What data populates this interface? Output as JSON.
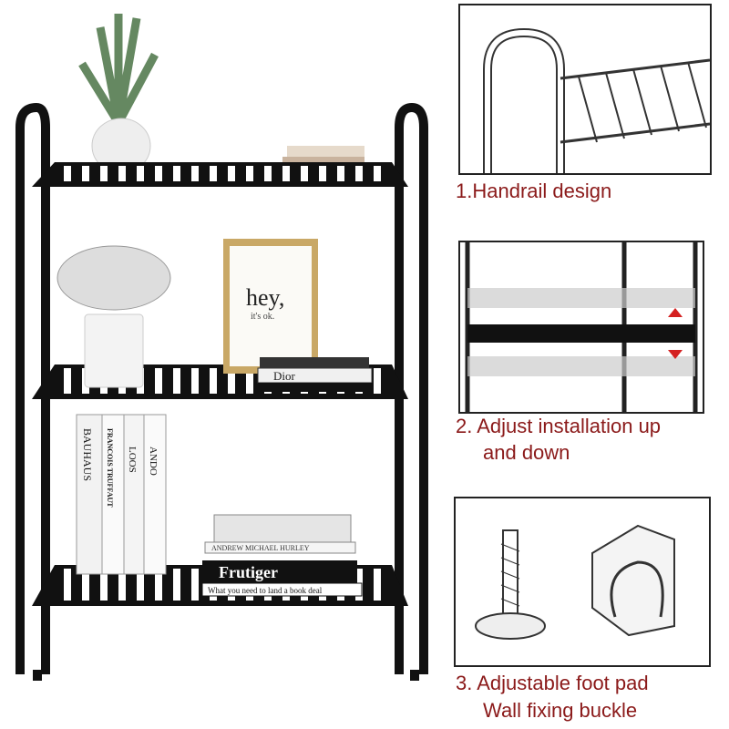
{
  "features": [
    {
      "caption": "1.Handrail design"
    },
    {
      "caption_line1": "2. Adjust installation up",
      "caption_line2": "and down"
    },
    {
      "caption_line1": "3. Adjustable foot pad",
      "caption_line2": "Wall fixing buckle"
    }
  ],
  "decor": {
    "frame_title": "hey,",
    "frame_sub": "it's ok.",
    "book_dior": "Dior",
    "book_bauhaus": "BAUHAUS",
    "book_truffaut": "FRANCOIS TRUFFAUT",
    "book_loos": "LOOS",
    "book_ando": "ANDO",
    "book_hurley": "ANDREW MICHAEL HURLEY",
    "book_frutiger": "Frutiger",
    "book_deal": "What you need to land a book deal"
  },
  "colors": {
    "caption": "#8b1a1a",
    "frame": "#111111",
    "arrow": "#d42020"
  }
}
